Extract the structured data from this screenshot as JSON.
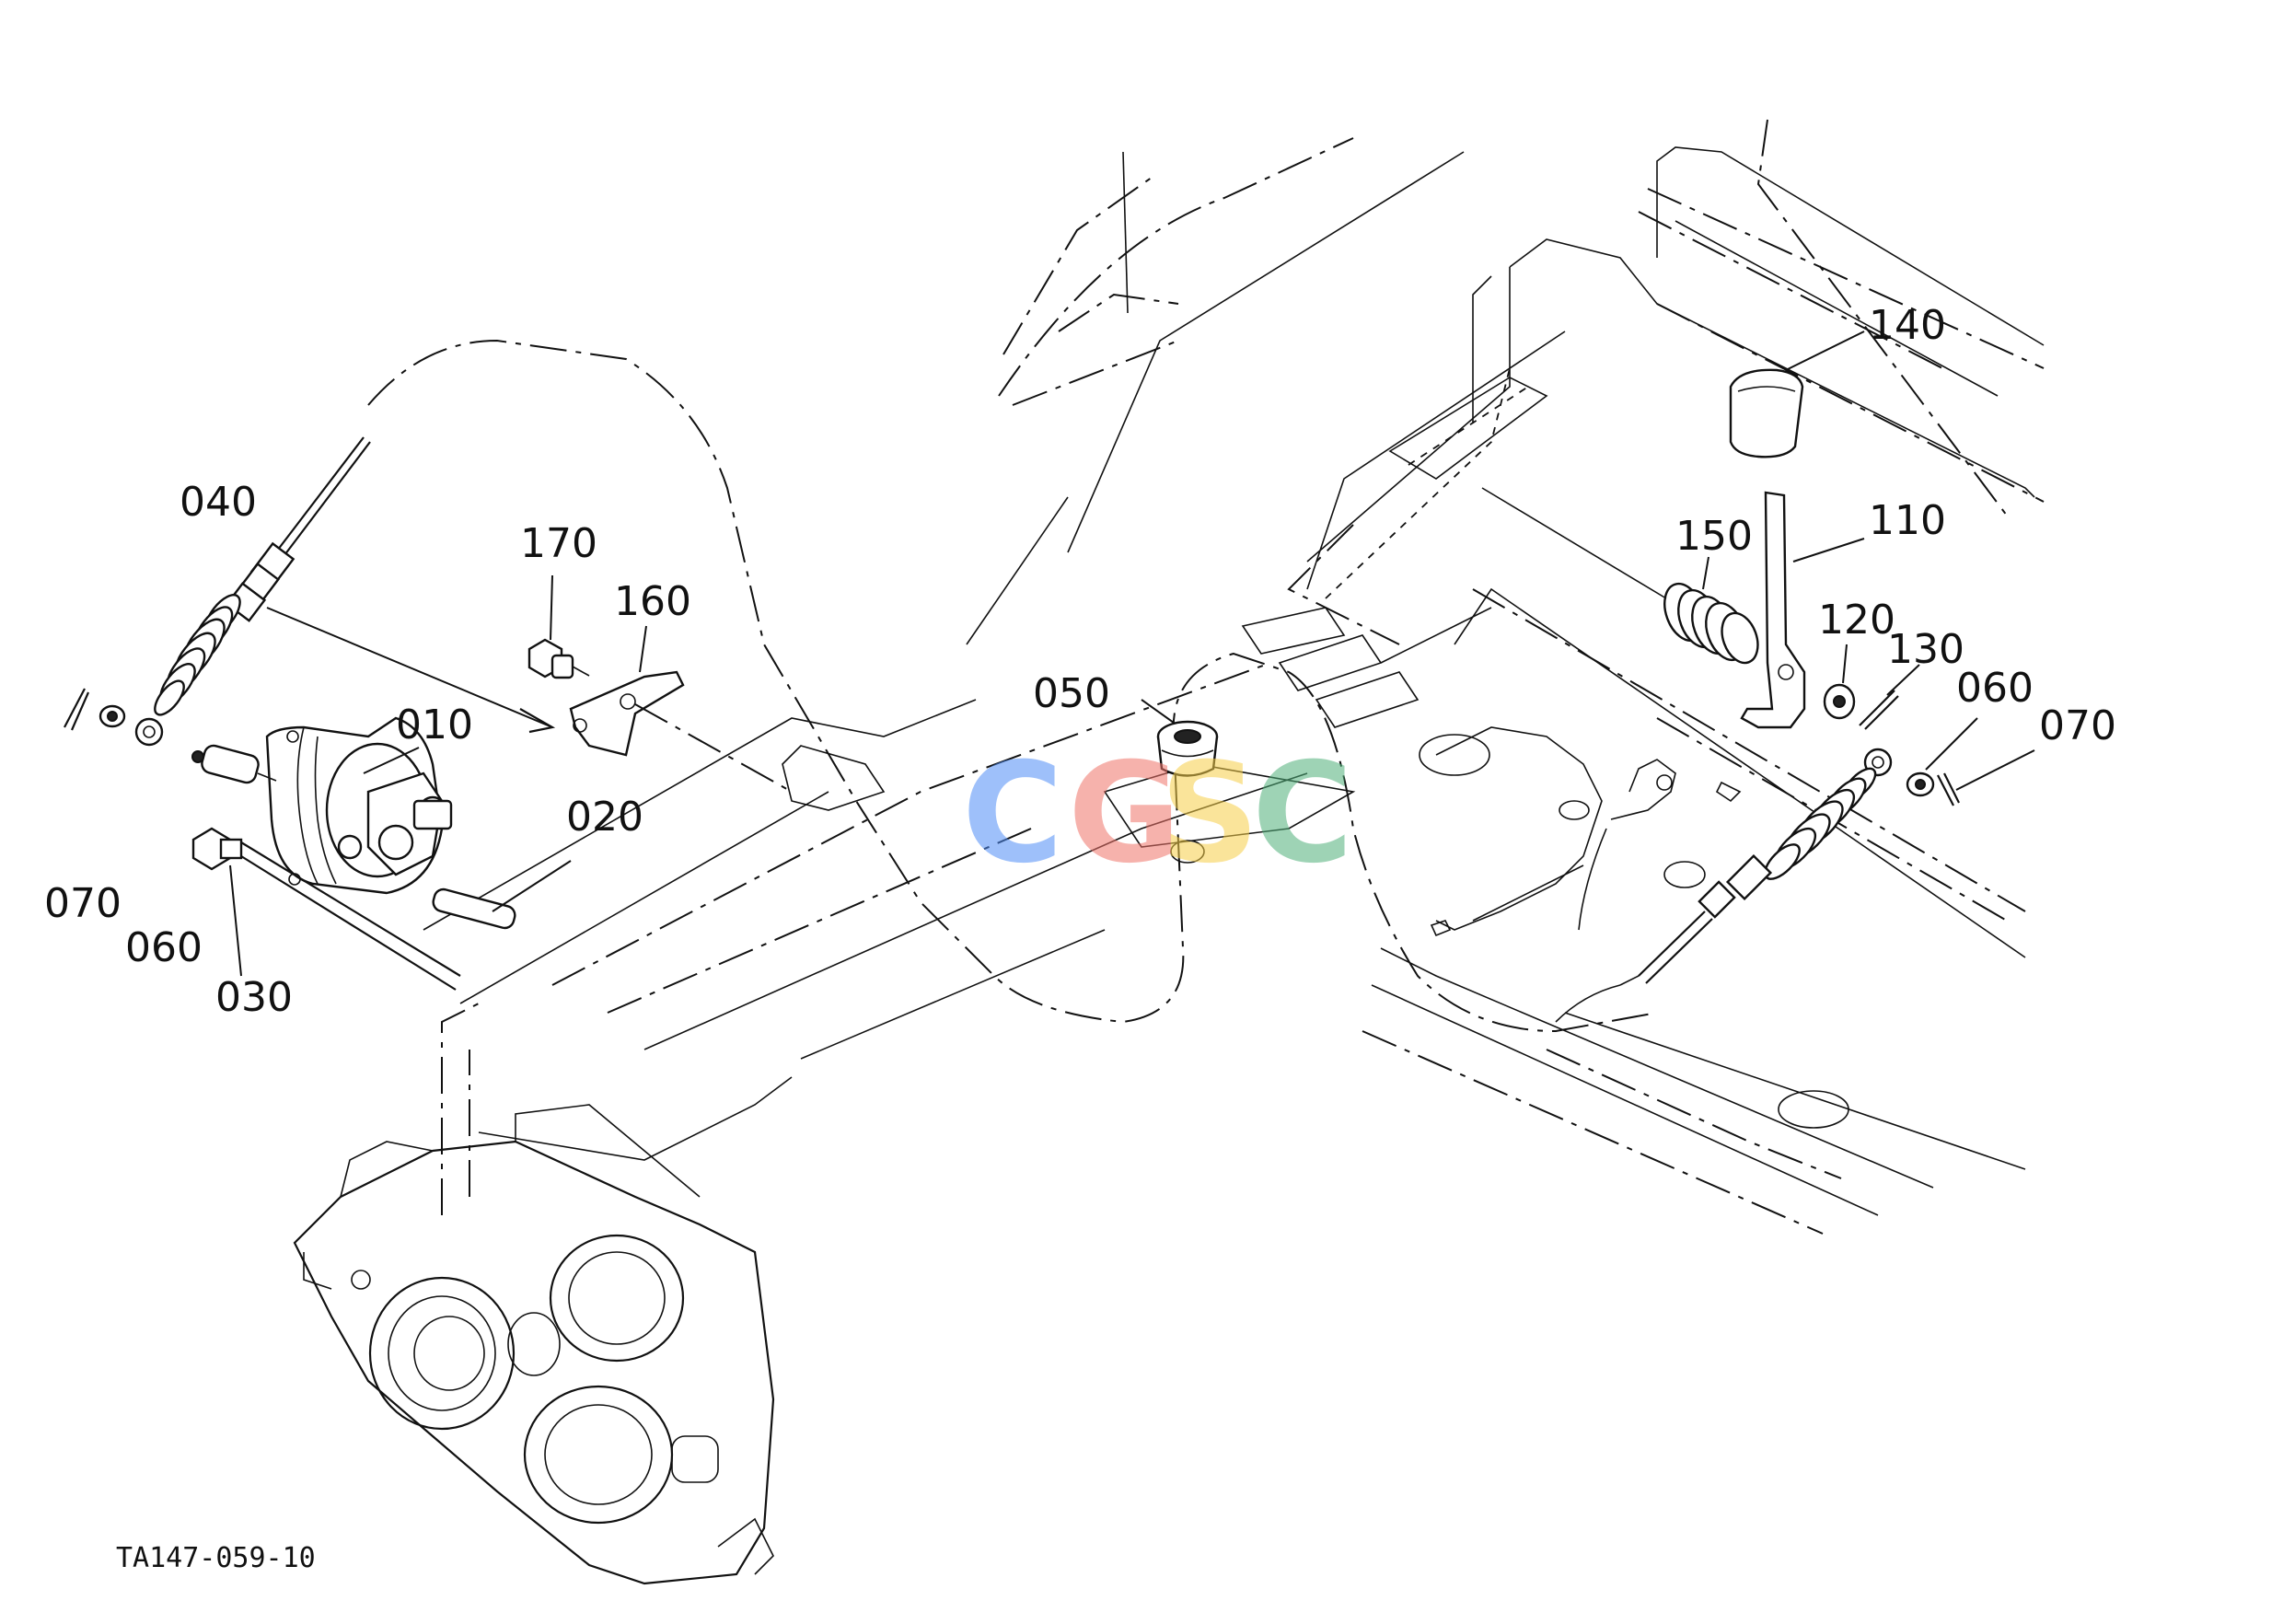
{
  "diagram": {
    "drawing_code": "TA147-059-10",
    "watermark": {
      "letters": [
        "C",
        "G",
        "S",
        "C"
      ],
      "colors": [
        "#4f8ef7",
        "#f0746a",
        "#f7cf48",
        "#4fb07a"
      ]
    },
    "part_labels": {
      "p010": "010",
      "p020": "020",
      "p030": "030",
      "p040": "040",
      "p050": "050",
      "p060_left": "060",
      "p070_left": "070",
      "p060_right": "060",
      "p070_right": "070",
      "p110": "110",
      "p120": "120",
      "p130": "130",
      "p140": "140",
      "p150": "150",
      "p160": "160",
      "p170": "170"
    }
  }
}
